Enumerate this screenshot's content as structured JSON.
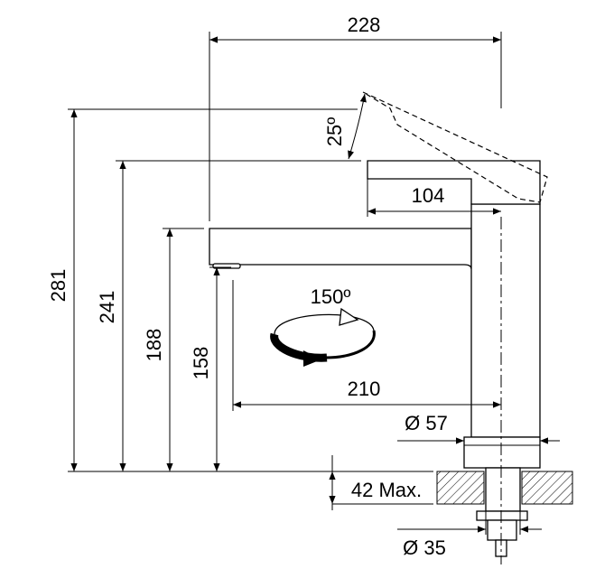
{
  "dimensions": {
    "overall_width": "228",
    "lever_angle": "25º",
    "lever_length": "104",
    "overall_height": "281",
    "lever_height": "241",
    "spout_top_height": "188",
    "spout_outlet_height": "158",
    "rotation": "150º",
    "spout_reach": "210",
    "base_diameter": "Ø 57",
    "max_counter_thickness": "42 Max.",
    "shank_diameter": "Ø 35"
  },
  "colors": {
    "line": "#000000",
    "background": "#ffffff"
  }
}
